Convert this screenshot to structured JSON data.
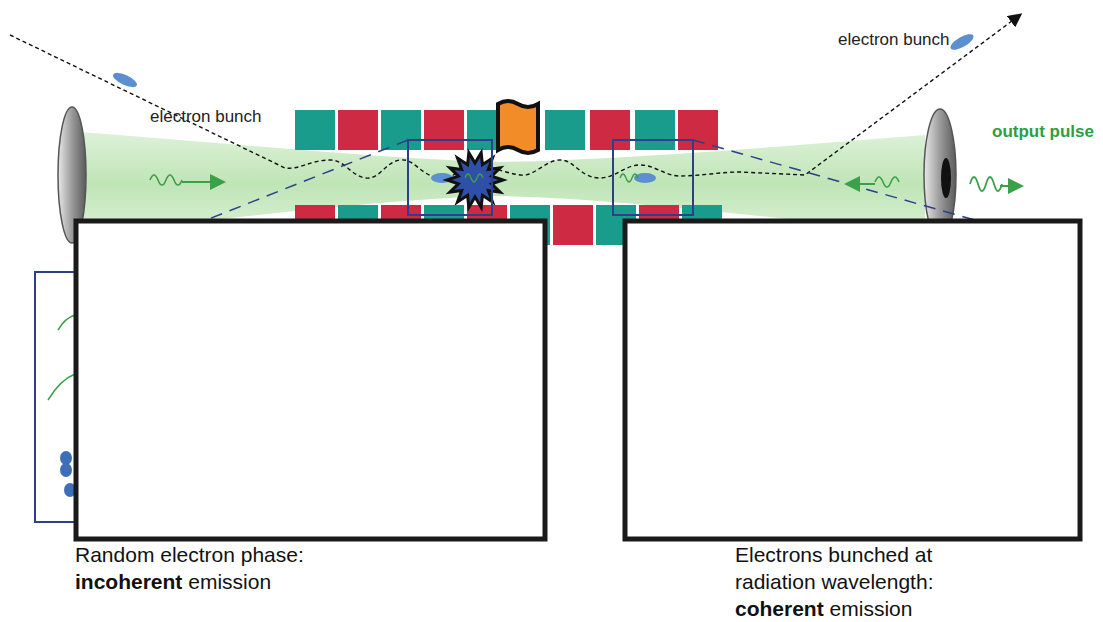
{
  "diagram": {
    "labels": [
      "electron bunch",
      "electron bunch",
      "output pulse",
      "Random electron phase:",
      "incoherent",
      "emission",
      "Electrons bunched at",
      "radiation wavelength:",
      "coherent",
      "emission"
    ]
  }
}
